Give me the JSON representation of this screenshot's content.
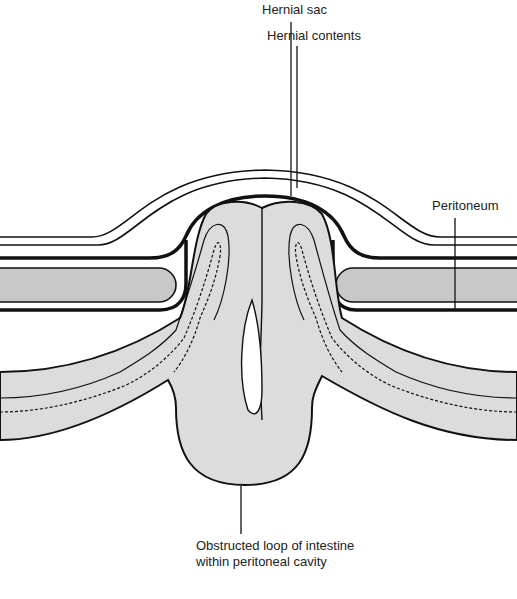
{
  "diagram": {
    "labels": [
      "Hernial sac",
      "Hernial contents",
      "Peritoneum",
      "Obstructed loop of intestine within peritoneal cavity"
    ]
  }
}
